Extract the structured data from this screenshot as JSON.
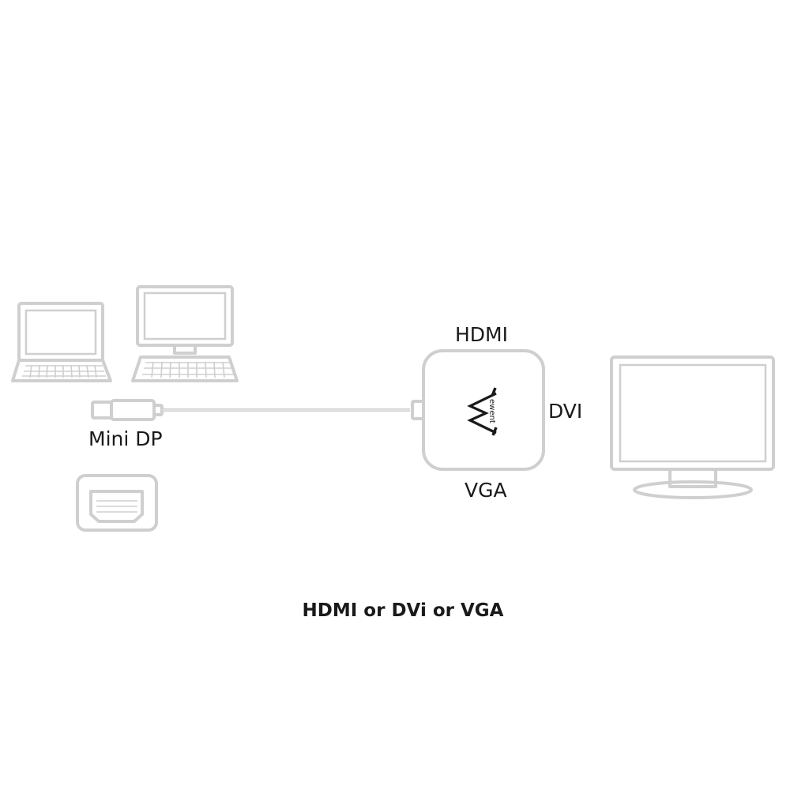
{
  "labels": {
    "mini_dp": "Mini DP",
    "hdmi": "HDMI",
    "dvi": "DVI",
    "vga": "VGA",
    "caption": "HDMI or DVi or VGA",
    "brand": "ewent"
  },
  "colors": {
    "outline": "#cfcfcf",
    "text": "#1a1a1a",
    "background": "#ffffff"
  },
  "icons": [
    "laptop-icon",
    "desktop-computer-icon",
    "mini-dp-plug-icon",
    "mini-dp-port-icon",
    "adapter-box-icon",
    "ewent-logo-icon",
    "monitor-icon"
  ]
}
